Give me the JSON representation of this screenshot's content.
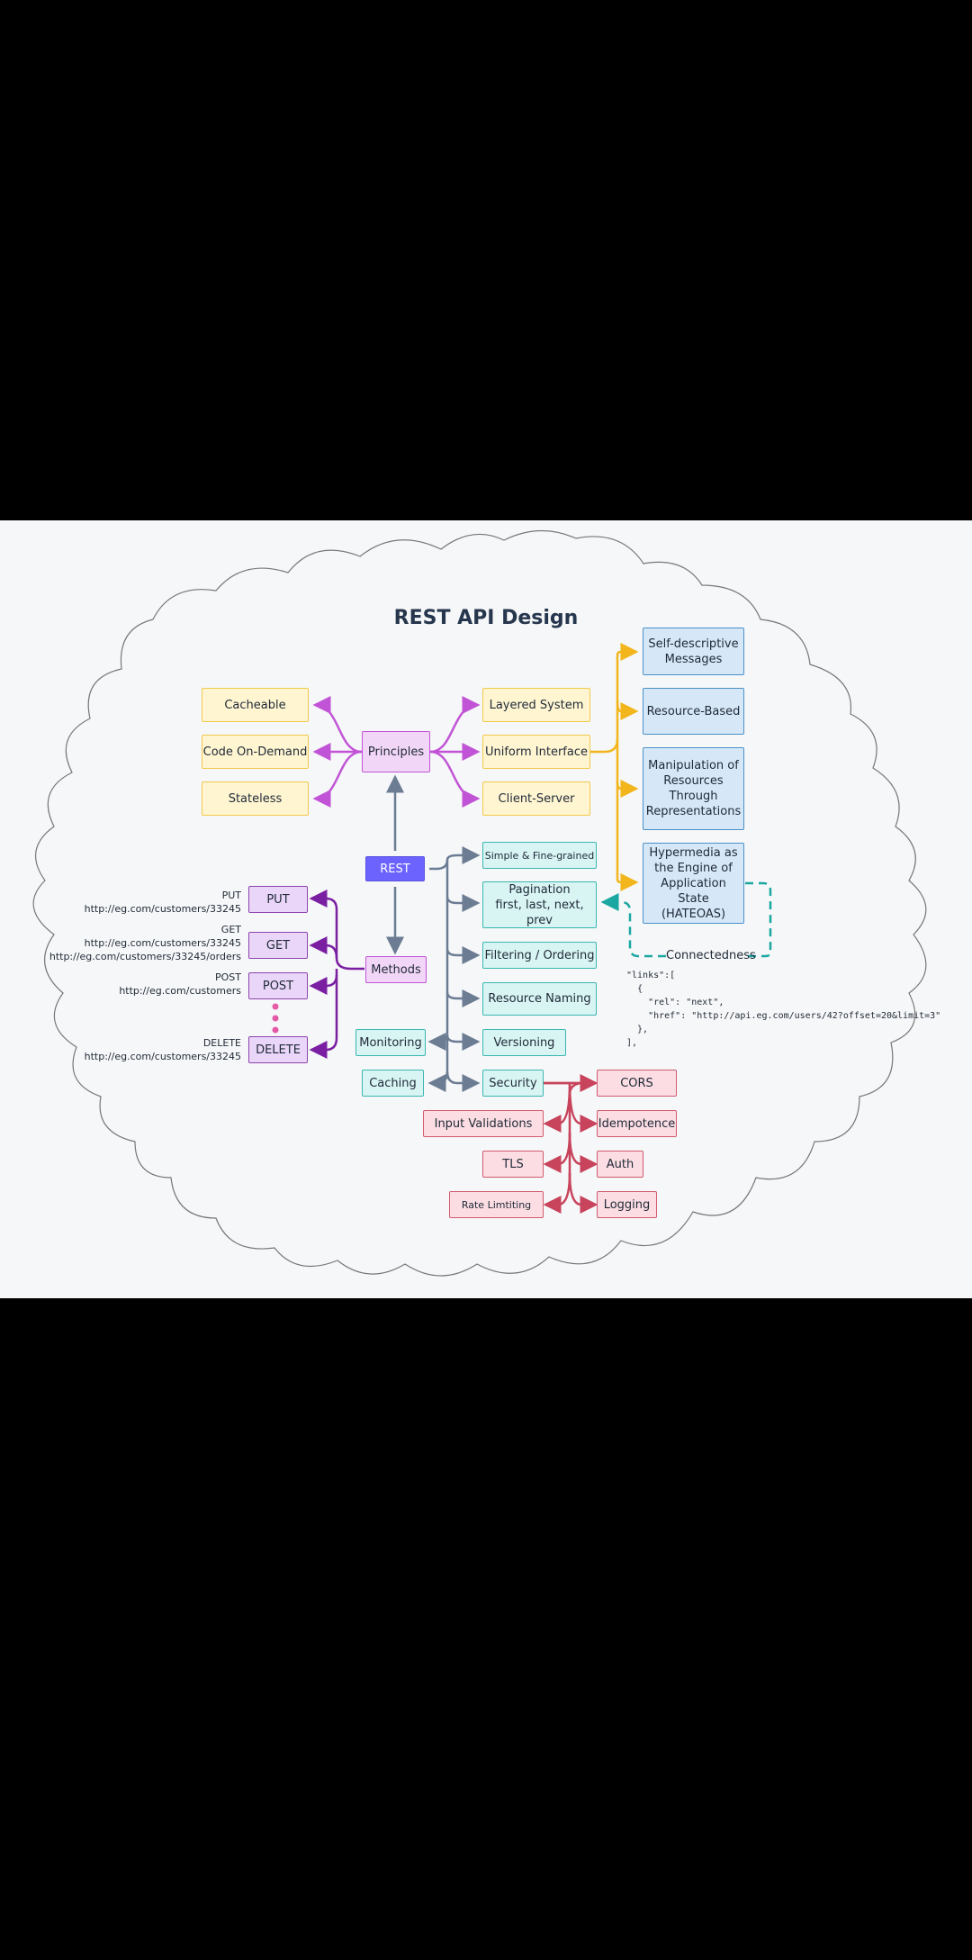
{
  "title": "REST API Design",
  "nodes": {
    "rest": "REST",
    "principles": "Principles",
    "methods": "Methods",
    "cacheable": "Cacheable",
    "code_on_demand": "Code On-Demand",
    "stateless": "Stateless",
    "layered_system": "Layered System",
    "uniform_interface": "Uniform Interface",
    "client_server": "Client-Server",
    "self_descriptive": "Self-descriptive Messages",
    "resource_based": "Resource-Based",
    "manipulation": "Manipulation of Resources Through Representations",
    "hateoas": "Hypermedia as the Engine of Application State (HATEOAS)",
    "connectedness": "Connectedness",
    "simple_fine_grained": "Simple & Fine-grained",
    "pagination": "Pagination",
    "pagination_sub": "first, last, next, prev",
    "filtering": "Filtering / Ordering",
    "resource_naming": "Resource Naming",
    "versioning": "Versioning",
    "monitoring": "Monitoring",
    "caching": "Caching",
    "security": "Security",
    "cors": "CORS",
    "input_validations": "Input Validations",
    "idempotence": "Idempotence",
    "tls": "TLS",
    "auth": "Auth",
    "rate_limiting": "Rate Limtiting",
    "logging": "Logging",
    "put": "PUT",
    "get": "GET",
    "post": "POST",
    "delete": "DELETE"
  },
  "examples": {
    "put_method": "PUT",
    "put_url": "http://eg.com/customers/33245",
    "get_method": "GET",
    "get_url1": "http://eg.com/customers/33245",
    "get_url2": "http://eg.com/customers/33245/orders",
    "post_method": "POST",
    "post_url": "http://eg.com/customers",
    "delete_method": "DELETE",
    "delete_url": "http://eg.com/customers/33245"
  },
  "json_snippet": {
    "line1": "\"links\":[",
    "line2": "  {",
    "line3": "    \"rel\": \"next\",",
    "line4": "    \"href\": \"http://api.eg.com/users/42?offset=20&limit=3\"",
    "line5": "  },",
    "line6": "],"
  },
  "colors": {
    "principles_lines": "#c154d6",
    "uniform_lines": "#f2b61c",
    "rest_lines": "#6b7c93",
    "methods_lines": "#7b1fa2",
    "security_lines": "#c8435c",
    "connectedness": "#1aa7a1",
    "dots": "#e45aa7"
  }
}
